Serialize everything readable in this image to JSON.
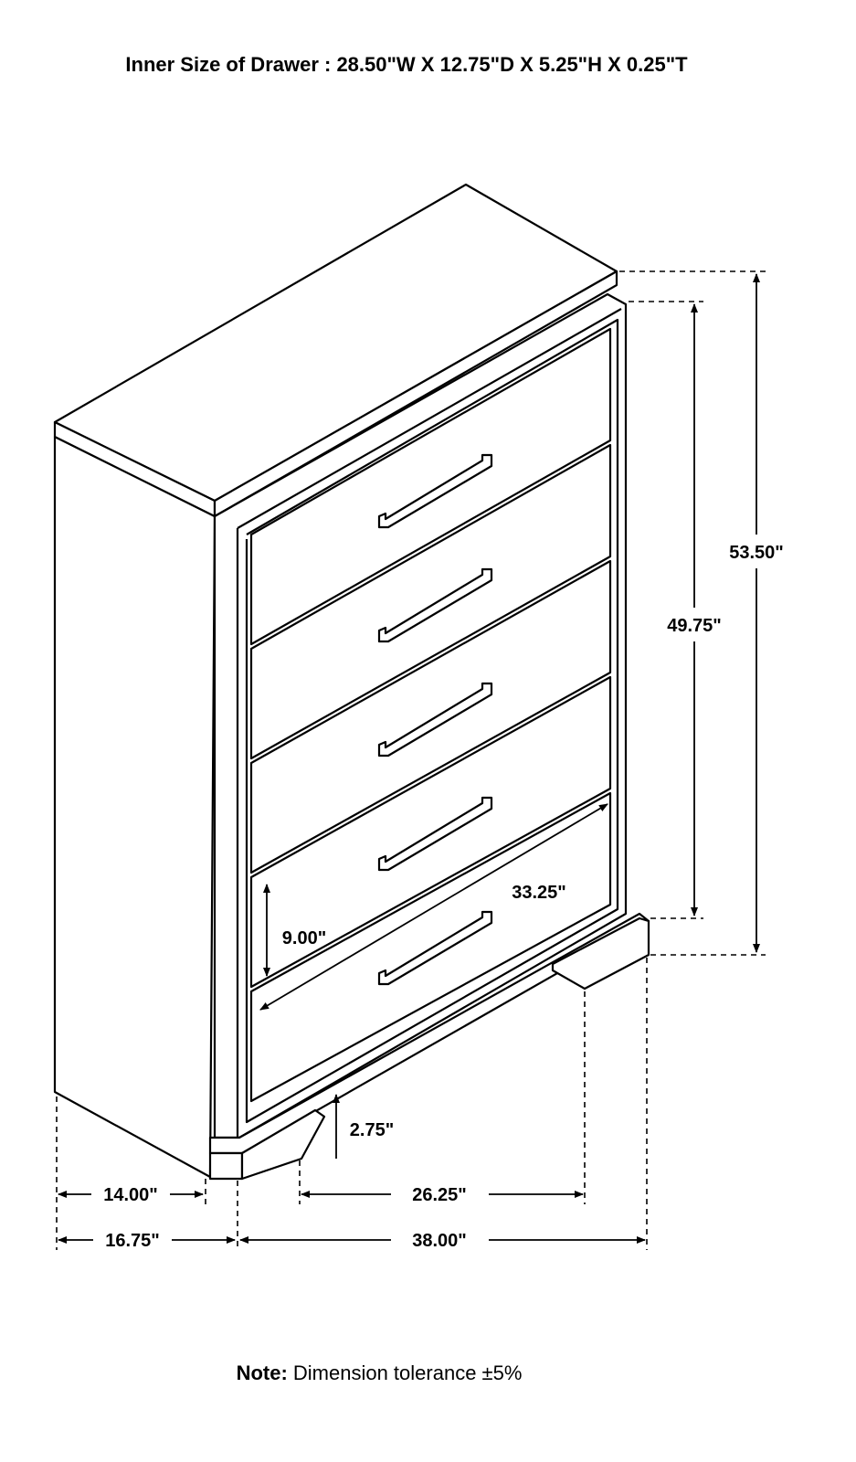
{
  "title": "Inner Size of Drawer : 28.50\"W X 12.75\"D X 5.25\"H X 0.25\"T",
  "dimensions": {
    "overall_height": "53.50\"",
    "case_height": "49.75\"",
    "drawer_height": "9.00\"",
    "drawer_width": "33.25\"",
    "leg_height": "2.75\"",
    "inner_depth": "14.00\"",
    "leg_span": "26.25\"",
    "overall_depth": "16.75\"",
    "overall_width": "38.00\""
  },
  "note": {
    "label": "Note:",
    "text": " Dimension tolerance ±5%"
  }
}
